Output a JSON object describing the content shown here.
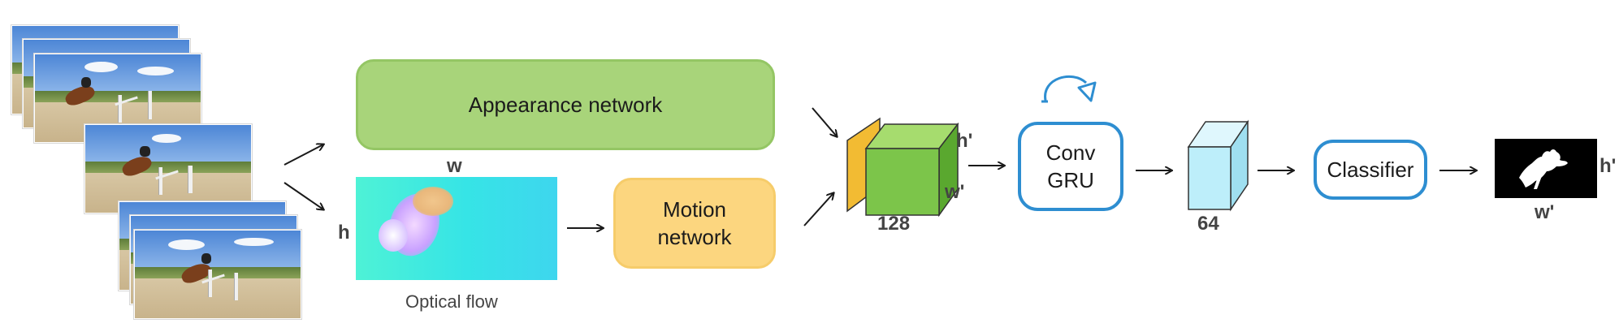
{
  "diagram": {
    "appearance_network": "Appearance network",
    "motion_network_line1": "Motion",
    "motion_network_line2": "network",
    "optical_flow_caption": "Optical flow",
    "flow_width_label": "w",
    "flow_height_label": "h",
    "feature_channels": "128",
    "feature_height_label": "h'",
    "feature_width_label": "w'",
    "conv_gru_line1": "Conv",
    "conv_gru_line2": "GRU",
    "gru_channels": "64",
    "classifier": "Classifier",
    "mask_height_label": "h'",
    "mask_width_label": "w'"
  },
  "colors": {
    "appearance_fill": "#a8d47a",
    "motion_fill": "#fcd67f",
    "gru_border": "#2e8ed1",
    "feature_cube": "#7cc54a",
    "orange_slice": "#f2bb33",
    "gru_output_cube": "#bdeefa",
    "flow_base": "#3fe3e0",
    "mask": "#000000"
  }
}
